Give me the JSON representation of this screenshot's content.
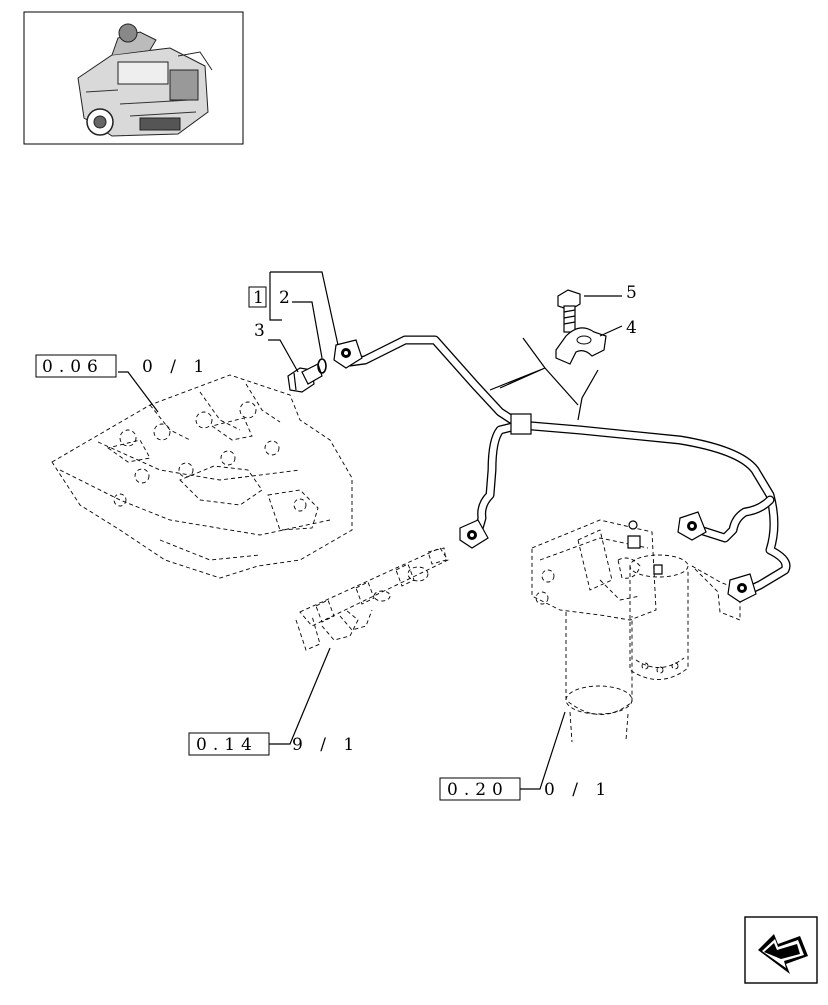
{
  "references": {
    "head": {
      "box": "0.06",
      "suffix": "0 / 1"
    },
    "rail": {
      "box": "0.14",
      "suffix": "9 / 1"
    },
    "filter": {
      "box": "0.20",
      "suffix": "0 / 1"
    }
  },
  "callouts": {
    "group_box": "1",
    "part_2": "2",
    "part_3": "3",
    "part_4": "4",
    "part_5": "5"
  },
  "nav": {
    "icon": "arrow-back-icon"
  }
}
